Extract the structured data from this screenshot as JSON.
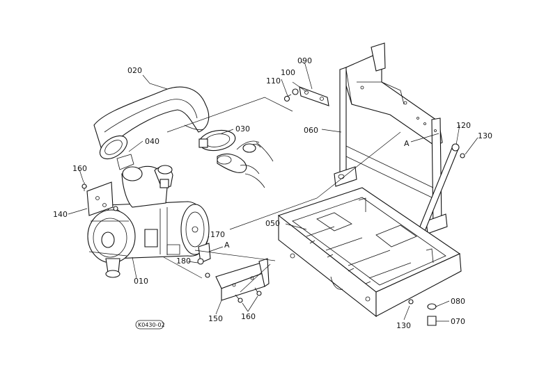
{
  "diagram": {
    "callouts": {
      "p010": "010",
      "p020": "020",
      "p030": "030",
      "p040": "040",
      "p050": "050",
      "p060": "060",
      "p070": "070",
      "p080": "080",
      "p090": "090",
      "p100": "100",
      "p110": "110",
      "p120": "120",
      "p130a": "130",
      "p130b": "130",
      "p140": "140",
      "p150": "150",
      "p160a": "160",
      "p160b": "160",
      "p170": "170",
      "p180": "180"
    },
    "refs": {
      "a1": "A",
      "a2": "A"
    },
    "stamp": "K0430-02"
  }
}
